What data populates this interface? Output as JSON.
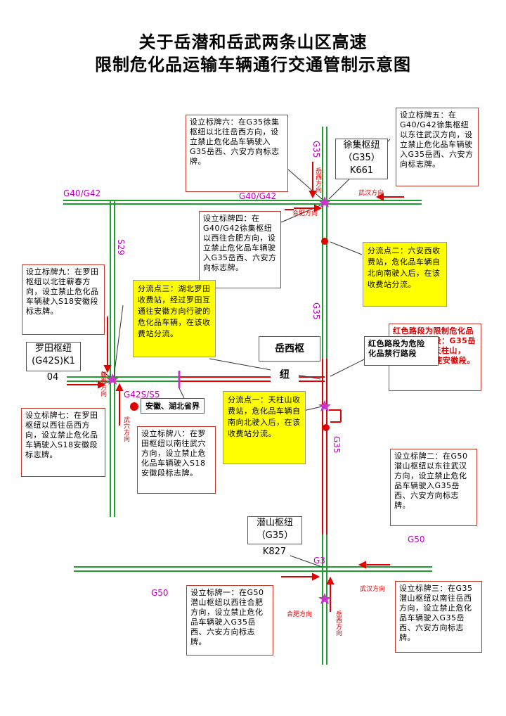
{
  "title": {
    "line1": "关于岳潜和岳武两条山区高速",
    "line2": "限制危化品运输车辆通行交通管制示意图"
  },
  "roads": {
    "g40_left": "G40/G42",
    "g40_right": "G40/G42",
    "g35_top": "G35",
    "g35_mid": "G35",
    "g35_lower": "G35",
    "s29": "S29",
    "g42s": "G42S/S5",
    "g50_left": "G50",
    "g50_right": "G50",
    "g35_small": "G3"
  },
  "hubs": {
    "xuji": {
      "name": "徐集枢纽",
      "code": "（G35）",
      "km": "K661"
    },
    "yuexi": {
      "name": "岳西枢",
      "name2": "纽"
    },
    "luotian": {
      "name": "罗田枢纽",
      "code": "(G42S)K1",
      "km": "04"
    },
    "qianshan": {
      "name": "潜山枢纽",
      "code": "（G35）",
      "km": "K827"
    }
  },
  "signs": {
    "s1": "设立标牌一：在G50潜山枢纽以西往合肥方向，设立禁止危化品车辆驶入G35岳西、六安方向标志牌。",
    "s2": "设立标牌二：在G50潜山枢纽以东往武汉方向，设立禁止危化品车辆驶入G35岳西、六安方向标志牌。",
    "s3": "设立标牌三：在G35潜山枢纽以南往岳西方向，设立禁止危化品车辆驶入G35岳西、六安方向标志牌。",
    "s4": "设立标牌四：在G40/G42徐集枢纽以西往合肥方向，设立禁止危化品车辆驶入G35岳西、六安方向标志牌。",
    "s5": "设立标牌五：在G40/G42徐集枢纽以东往武汉方向，设立禁止危化品车辆驶入G35岳西、六安方向标志牌。",
    "s6": "设立标牌六：在G35徐集枢纽以北往岳西方向，设立禁止危化品车辆驶入G35岳西、六安方向标志牌。",
    "s7": "设立标牌七：在罗田枢纽以西往岳西方向，设立禁止危化品车辆驶入S18安徽段标志牌。",
    "s8": "设立标牌八：在罗田枢纽以南往武穴方向，设立禁止危化品车辆驶入S18安徽段标志牌。",
    "s9": "设立标牌九：在罗田枢纽以北往蕲春方向，设立禁止危化品车辆驶入S18安徽段标志牌。"
  },
  "points": {
    "p1": "分流点一：天柱山收费站，危化品车辆自南向北驶入后，在该收费站分流。",
    "p2": "分流点二：六安西收费站，危化品车辆自北向南驶入后，在该收费站分流。",
    "p3": "分流点三：湖北罗田收费站，经过罗田互通往安徽方向行驶的危化品车辆，在该收费站分流。"
  },
  "red_section": {
    "back": "红色路段为限制危化品运输车辆路段：G35岳西枢纽尾至天柱山，S18岳武高速安徽段。",
    "front_line1": "红色路段为危险",
    "front_line2": "化品禁行路段"
  },
  "border": "安徽、湖北省界",
  "directions": {
    "yuexi_top": "岳西方向",
    "hefei_top": "合肥方向",
    "wuhan_top": "武汉方向",
    "qichun": "蕲春方向",
    "wuxue": "武穴方向",
    "wuhan_bottom": "武汉方向",
    "hefei_bottom": "合肥方向",
    "yuexi_bottom": "岳西方向"
  },
  "colors": {
    "road_green": "#1e9e2e",
    "restricted_red": "#e00000",
    "hub_star": "#cc33cc",
    "road_label": "#c000c0",
    "highlight_yellow": "#ffff00"
  }
}
